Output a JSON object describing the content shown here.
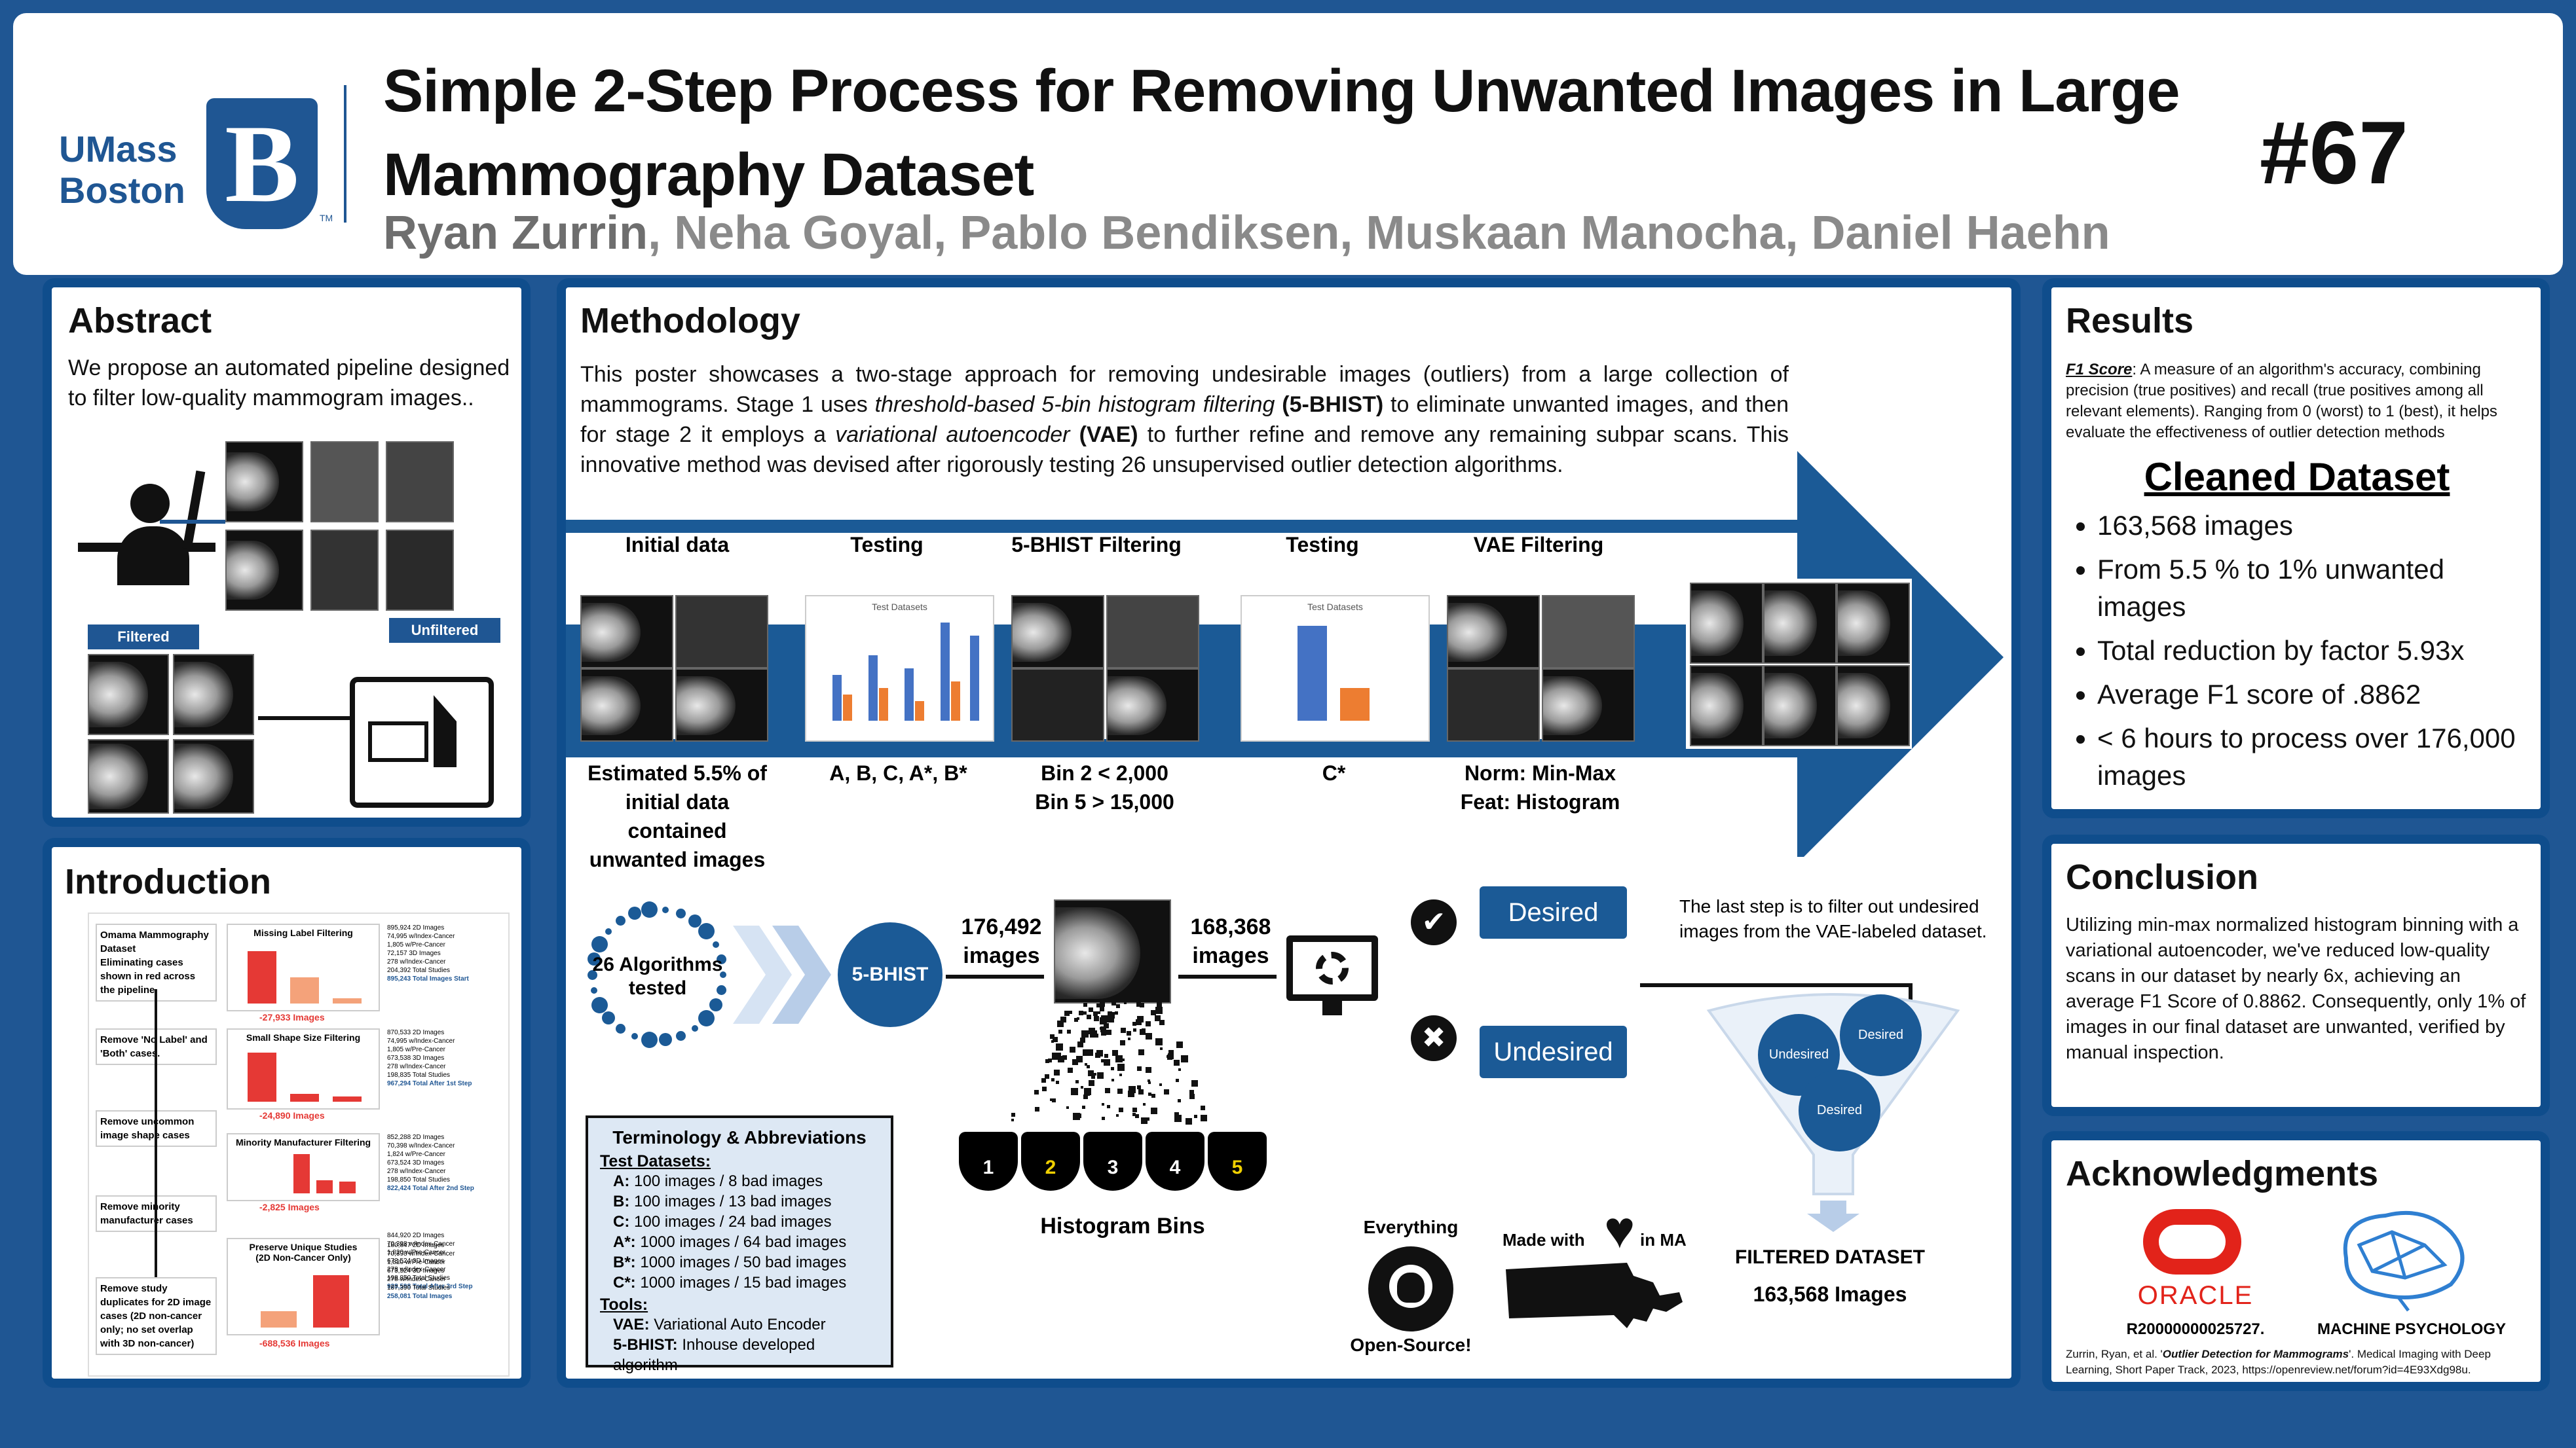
{
  "header": {
    "logo_line1": "UMass",
    "logo_line2": "Boston",
    "logo_letter": "B",
    "logo_tm": "TM",
    "title_line1": "Simple 2-Step Process for Removing Unwanted Images in Large",
    "title_line2": "Mammography Dataset",
    "lead_author": "Ryan Zurrin",
    "other_authors": ", Neha Goyal, Pablo Bendiksen, Muskaan Manocha, Daniel Haehn",
    "poster_number": "#67"
  },
  "abstract": {
    "title": "Abstract",
    "text": "We propose an automated pipeline designed to filter low-quality mammogram images..",
    "filtered_label": "Filtered",
    "unfiltered_label": "Unfiltered"
  },
  "introduction": {
    "title": "Introduction",
    "steps": [
      "Omama Mammography Dataset\nEliminating cases shown in red across the pipeline.",
      "Remove 'No Label' and 'Both' cases.",
      "Remove uncommon image shape cases",
      "Remove minority manufacturer cases",
      "Remove study duplicates for 2D image cases (2D non-cancer only; no set overlap with 3D non-cancer)"
    ],
    "chart_titles": [
      "Missing Label Filtering",
      "Small Shape Size Filtering",
      "Minority Manufacturer Filtering",
      "Preserve Unique Studies\n(2D Non-Cancer Only)"
    ],
    "reductions": [
      "-27,933 Images",
      "-24,890 Images",
      "-2,825 Images",
      "-688,536 Images"
    ],
    "stats": [
      {
        "rows": [
          "895,924  2D Images",
          "74,995  w/Index-Cancer",
          "1,805  w/Pre-Cancer",
          "72,157  3D Images",
          "278  w/Index-Cancer",
          "204,392  Total Studies"
        ],
        "total": "895,243  Total Images Start"
      },
      {
        "rows": [
          "870,533  2D Images",
          "74,995  w/Index-Cancer",
          "1,805  w/Pre-Cancer",
          "673,538  3D Images",
          "278  w/Index-Cancer",
          "198,835  Total Studies"
        ],
        "total": "967,294  Total After 1st Step"
      },
      {
        "rows": [
          "852,288  2D Images",
          "70,398  w/Index-Cancer",
          "1,824  w/Pre-Cancer",
          "673,524  3D Images",
          "278  w/Index-Cancer",
          "198,850  Total Studies"
        ],
        "total": "822,424  Total After 2nd Step"
      },
      {
        "rows": [
          "844,920  2D Images",
          "70,398  w/Index-Cancer",
          "1,820  w/Pre-Cancer",
          "673,524  3D Images",
          "278  w/Index-Cancer",
          "198,850  Total Studies"
        ],
        "total": "928,598  Total After 3rd Step"
      },
      {
        "rows": [
          "180,847  2D Images",
          "70,398  w/Index-Cancer",
          "1,820  w/Pre-Cancer",
          "673,524  3D Images",
          "278  w/Index-Cancer",
          "187,390  Total Studies"
        ],
        "total": "258,081  Total Images"
      }
    ]
  },
  "methodology": {
    "title": "Methodology",
    "text_parts": [
      "This poster showcases a two-stage approach for removing undesirable images (outliers) from a large collection of mammograms. Stage 1 uses ",
      "threshold-based 5-bin histogram filtering",
      " (5-BHIST)",
      " to eliminate unwanted images, and then for stage 2 it employs a ",
      "variational autoencoder",
      " (VAE)",
      " to further refine and remove any remaining subpar scans. This innovative method was devised after rigorously testing 26 unsupervised outlier detection algorithms."
    ],
    "stages": [
      "Initial data",
      "Testing",
      "5-BHIST Filtering",
      "Testing",
      "VAE Filtering"
    ],
    "captions": [
      "Estimated 5.5% of initial data contained unwanted images",
      "A, B, C, A*, B*",
      "Bin 2 < 2,000\nBin 5 > 15,000",
      "C*",
      "Norm: Min-Max\nFeat: Histogram"
    ],
    "chart1_title": "Test Datasets",
    "chart2_title": "Test Datasets",
    "algorithms_label": "26 Algorithms tested",
    "bhist_label": "5-BHIST",
    "count1": "176,492 images",
    "count2": "168,368 images",
    "desired": "Desired",
    "undesired": "Undesired",
    "bins_label": "Histogram Bins",
    "bins": [
      "1",
      "2",
      "3",
      "4",
      "5"
    ],
    "last_step": "The last step is to filter out undesired images from the VAE-labeled dataset.",
    "funnel": {
      "a": "Undesired",
      "b": "Desired",
      "c": "Desired"
    },
    "filtered_title": "FILTERED DATASET",
    "filtered_count": "163,568 Images",
    "everything": "Everything",
    "open_source": "Open-Source!",
    "made_with": "Made with",
    "in_ma": "in MA"
  },
  "terminology": {
    "title": "Terminology & Abbreviations",
    "datasets_heading": "Test Datasets:",
    "datasets": [
      {
        "k": "A:",
        "v": " 100 images / 8 bad images"
      },
      {
        "k": "B:",
        "v": " 100 images / 13 bad images"
      },
      {
        "k": "C:",
        "v": " 100 images / 24 bad images"
      },
      {
        "k": "A*:",
        "v": " 1000 images / 64 bad images"
      },
      {
        "k": "B*:",
        "v": " 1000 images / 50 bad images"
      },
      {
        "k": "C*:",
        "v": " 1000 images / 15 bad images"
      }
    ],
    "tools_heading": "Tools:",
    "tools": [
      {
        "k": "VAE:",
        "v": " Variational Auto Encoder"
      },
      {
        "k": "5-BHIST:",
        "v": " Inhouse developed algorithm"
      }
    ]
  },
  "results": {
    "title": "Results",
    "f1_term": "F1 Score",
    "f1_text": ": A measure of an algorithm's accuracy, combining precision (true positives) and recall (true positives among all relevant elements). Ranging from 0 (worst) to 1 (best), it helps evaluate the effectiveness of outlier detection methods",
    "cleaned_title": "Cleaned Dataset",
    "bullets": [
      "163,568 images",
      "From 5.5 % to 1% unwanted images",
      "Total reduction by factor 5.93x",
      "Average F1 score of .8862",
      "< 6 hours to process over 176,000 images"
    ]
  },
  "conclusion": {
    "title": "Conclusion",
    "text": "Utilizing min-max normalized histogram binning with a variational autoencoder, we've reduced low-quality scans in our dataset by nearly 6x, achieving an average F1 Score of 0.8862. Consequently, only 1% of images in our final dataset are unwanted, verified by manual inspection."
  },
  "acknowledgments": {
    "title": "Acknowledgments",
    "oracle_logo": "ORACLE",
    "oracle_id": "R20000000025727.",
    "mp_label": "MACHINE PSYCHOLOGY",
    "citation_pre": "Zurrin, Ryan, et al. '",
    "citation_title": "Outlier Detection for Mammograms",
    "citation_post": "'. Medical Imaging with Deep Learning, Short Paper Track, 2023, https://openreview.net/forum?id=4E93Xdg98u."
  },
  "colors": {
    "background": "#1f5693",
    "panel_border": "#0f4d8c",
    "accent": "#1b5a96",
    "red": "#e53935"
  }
}
